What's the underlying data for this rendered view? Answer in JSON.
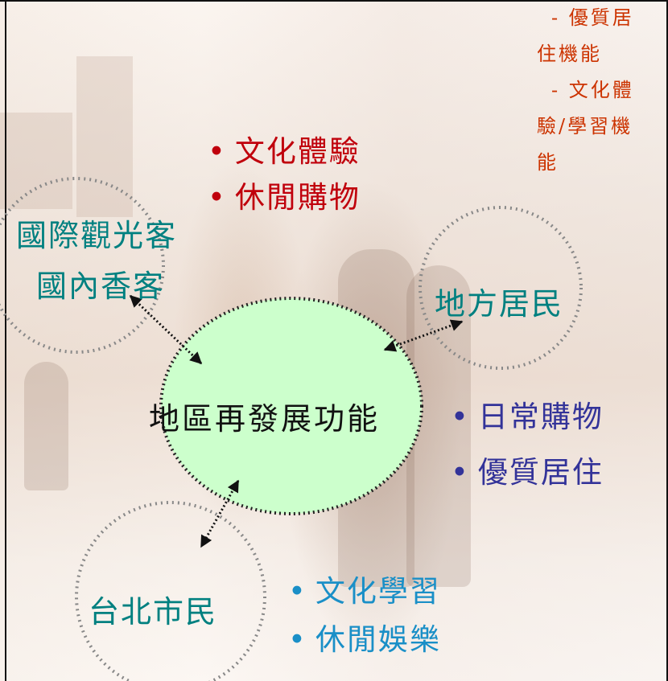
{
  "notes": {
    "line1": "- 優質居",
    "line2": "住機能",
    "line3": "- 文化體",
    "line4": "驗/學習機",
    "line5": "能"
  },
  "top_bullets": [
    {
      "bullet": "•",
      "text": "文化體驗"
    },
    {
      "bullet": "•",
      "text": "休閒購物"
    }
  ],
  "right_bullets": [
    {
      "bullet": "•",
      "text": "日常購物"
    },
    {
      "bullet": "•",
      "text": "優質居住"
    }
  ],
  "bottom_bullets": [
    {
      "bullet": "•",
      "text": "文化學習"
    },
    {
      "bullet": "•",
      "text": "休閒娛樂"
    }
  ],
  "nodes": {
    "center": "地區再發展功能",
    "tourists_line1": "國際觀光客",
    "tourists_line2": "國內香客",
    "residents": "地方居民",
    "citizens": "台北市民"
  },
  "colors": {
    "center_fill": "#ccffcc",
    "red_text": "#c0000c",
    "blue_text": "#333399",
    "cyan_text": "#1a8fc7",
    "teal_text": "#008080",
    "note_text": "#cc3300"
  }
}
